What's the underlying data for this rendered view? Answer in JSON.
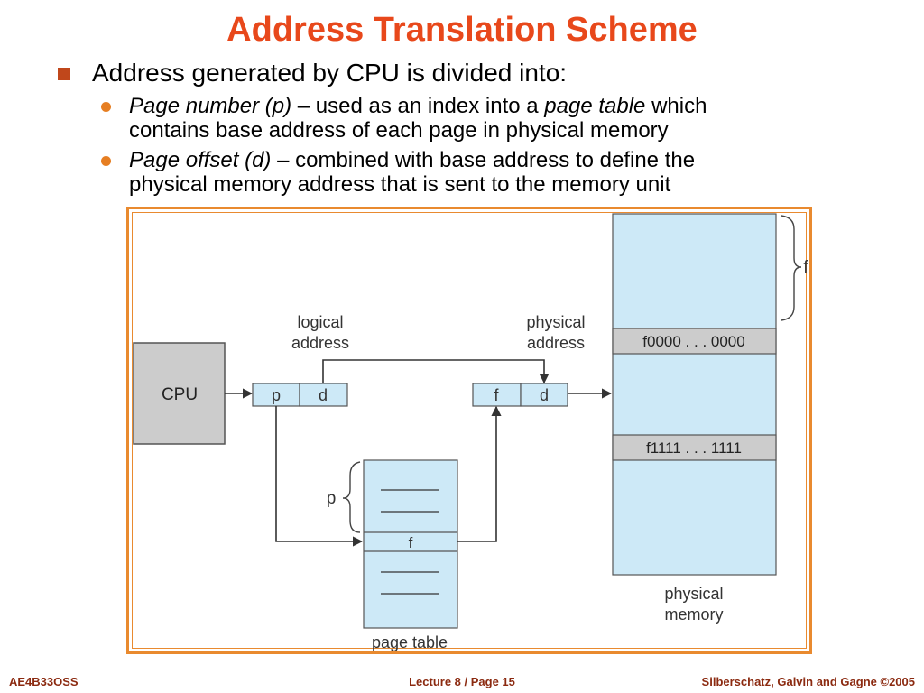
{
  "slide": {
    "title": "Address Translation Scheme",
    "bullet1": "Address generated by CPU is divided into:",
    "bullet2": {
      "term": "Page number (p)",
      "dash": " – used as an index into a ",
      "term2": "page table",
      "rest": " which",
      "line2": "contains base address of each page in physical memory"
    },
    "bullet3": {
      "term": "Page offset (d)",
      "rest": " – combined with base address to define the",
      "line2": "physical memory address that is sent to the memory unit"
    }
  },
  "diagram": {
    "cpu": "CPU",
    "logical_line1": "logical",
    "logical_line2": "address",
    "physical_line1": "physical",
    "physical_line2": "address",
    "logical_p": "p",
    "logical_d": "d",
    "physical_f": "f",
    "physical_d": "d",
    "page_table_p": "p",
    "page_table_f": "f",
    "page_table_label": "page table",
    "memory_f0": "f0000 . . . 0000",
    "memory_f1": "f1111 . . . 1111",
    "memory_f": "f",
    "memory_label_line1": "physical",
    "memory_label_line2": "memory",
    "colors": {
      "box_blue": "#cde9f7",
      "cpu_gray": "#cccccc",
      "frame_orange": "#e98a2f"
    }
  },
  "footer": {
    "left": "AE4B33OSS",
    "center": "Lecture 8 / Page 15",
    "right": "Silberschatz, Galvin and Gagne ©2005"
  }
}
